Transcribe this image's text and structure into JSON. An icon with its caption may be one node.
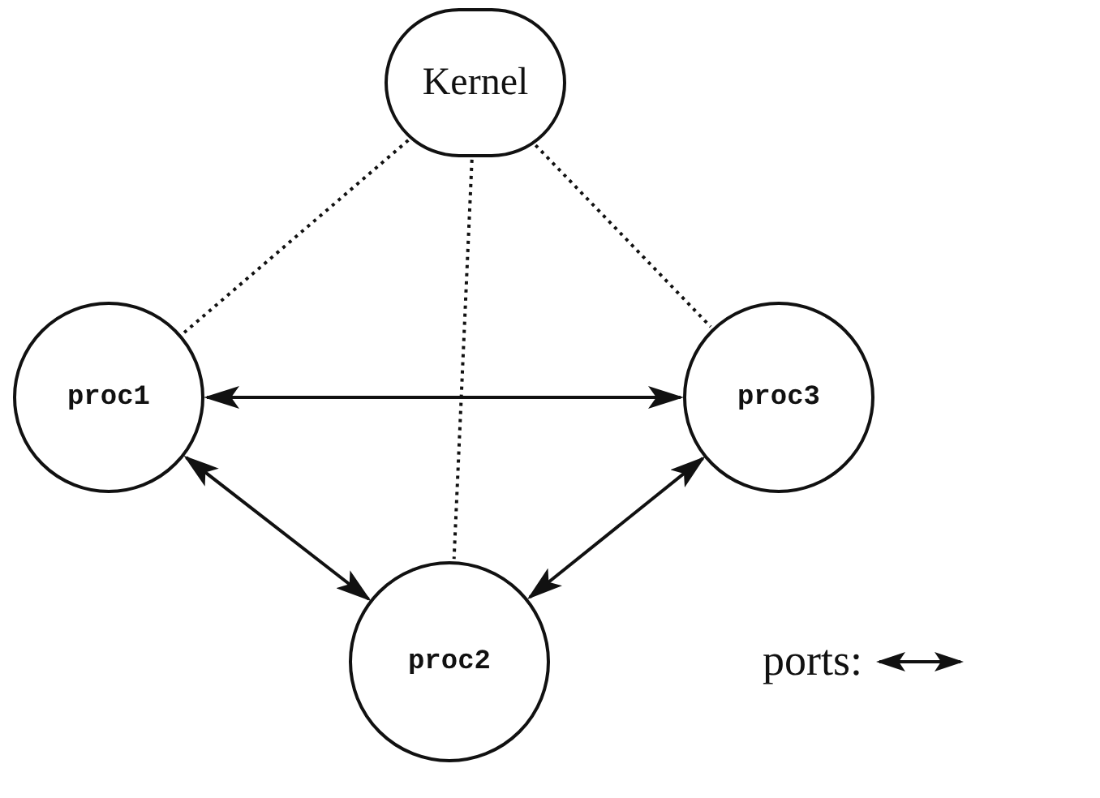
{
  "diagram": {
    "nodes": [
      {
        "text": [
          "Kernel"
        ]
      },
      {
        "text": [
          "proc1"
        ]
      },
      {
        "text": [
          "proc3"
        ]
      },
      {
        "text": [
          "proc2"
        ]
      }
    ],
    "edges": [
      {
        "from": 0,
        "to": 1,
        "arrow": "none",
        "style": "dashed"
      },
      {
        "from": 0,
        "to": 3,
        "arrow": "none",
        "style": "dashed"
      },
      {
        "from": 0,
        "to": 2,
        "arrow": "none",
        "style": "dashed"
      },
      {
        "from": 1,
        "to": 2,
        "arrow": "both"
      },
      {
        "from": 1,
        "to": 3,
        "arrow": "both"
      },
      {
        "from": 2,
        "to": 3,
        "arrow": "both"
      }
    ],
    "legend": [
      {
        "text": "ports:"
      }
    ]
  }
}
